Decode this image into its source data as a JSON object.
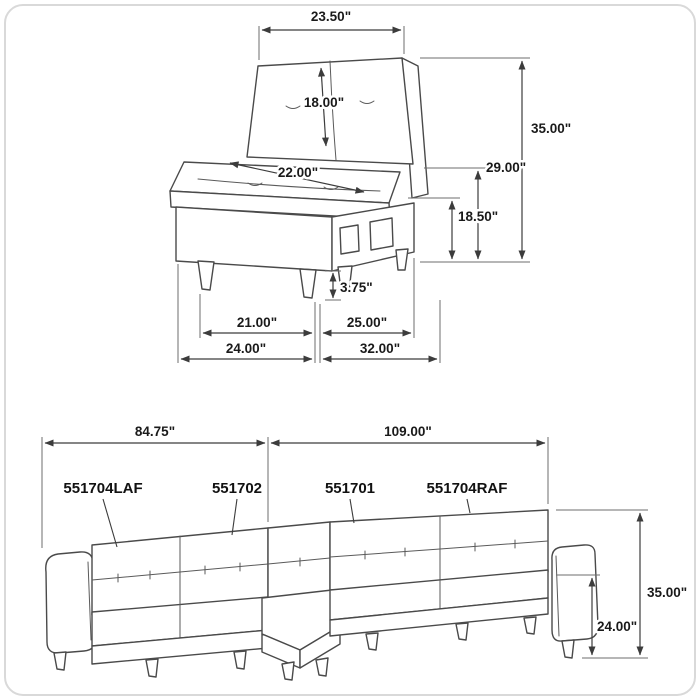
{
  "canvas": {
    "background": "#ffffff",
    "line_color": "#3c3c3c",
    "text_color": "#1a1a1a"
  },
  "chair_diagram": {
    "dims": {
      "back_width": "23.50\"",
      "back_height": "18.00\"",
      "seat_depth": "22.00\"",
      "overall_height": "35.00\"",
      "back_frame_height": "29.00\"",
      "seat_height": "18.50\"",
      "leg_height": "3.75\"",
      "seat_width": "21.00\"",
      "base_depth": "25.00\"",
      "base_width": "24.00\"",
      "overall_depth": "32.00\""
    }
  },
  "sectional_diagram": {
    "part_labels": [
      "551704LAF",
      "551702",
      "551701",
      "551704RAF"
    ],
    "dims": {
      "left_side_length": "84.75\"",
      "right_side_length": "109.00\"",
      "overall_height": "35.00\"",
      "arm_height": "24.00\""
    }
  }
}
